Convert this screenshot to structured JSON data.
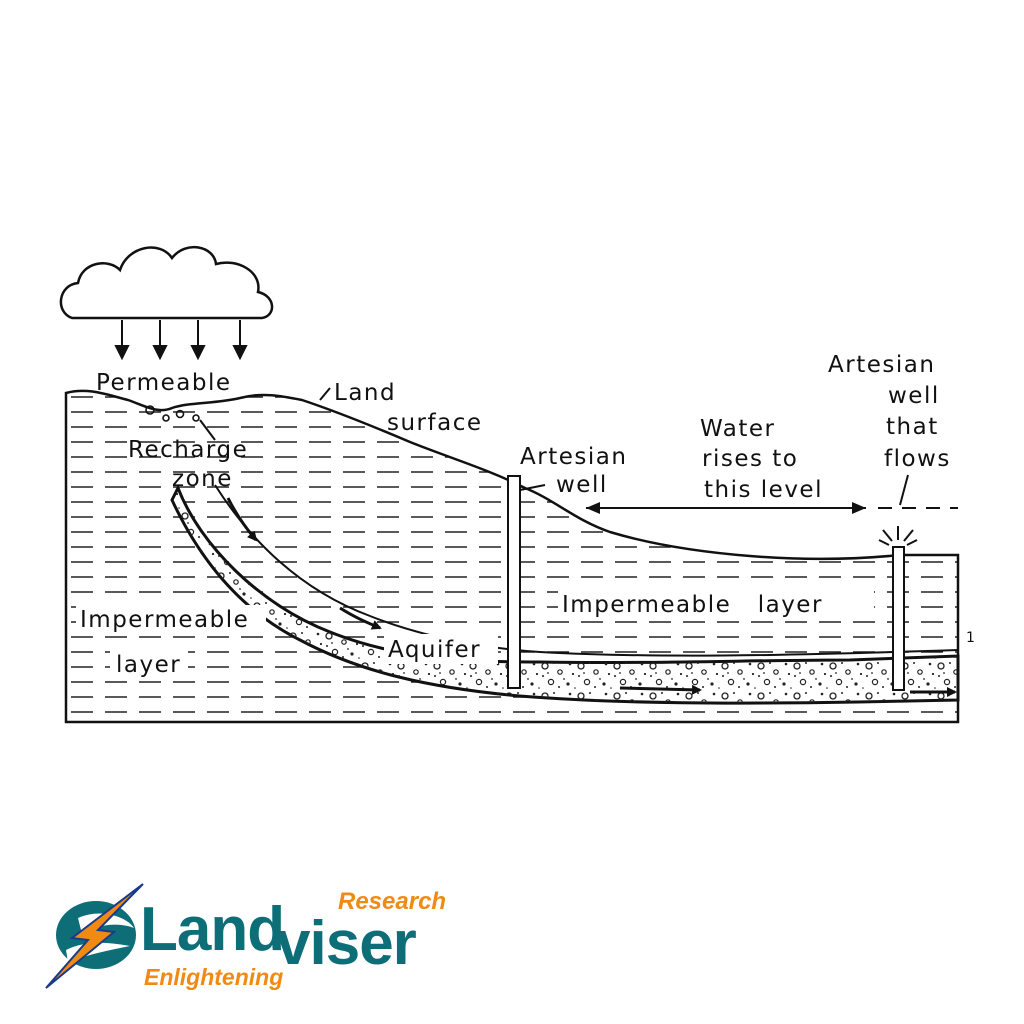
{
  "diagram": {
    "labels": {
      "permeable": "Permeable",
      "recharge": "Recharge",
      "zone": "zone",
      "land": "Land",
      "surface": "surface",
      "artesian_well_a": "Artesian",
      "artesian_well_b": "well",
      "water_a": "Water",
      "water_b": "rises to",
      "water_c": "this level",
      "flowing_a": "Artesian",
      "flowing_b": "well",
      "flowing_c": "that",
      "flowing_d": "flows",
      "impermeable_left_a": "Impermeable",
      "impermeable_left_b": "layer",
      "impermeable_right": "Impermeable   layer",
      "aquifer": "Aquifer",
      "stray_mark": "1"
    }
  },
  "logo": {
    "word_land": "Land",
    "word_viser": "viser",
    "tag_research": "Research",
    "tag_enlightening": "Enlightening",
    "colors": {
      "teal": "#0d6e78",
      "orange": "#f08a12"
    }
  }
}
